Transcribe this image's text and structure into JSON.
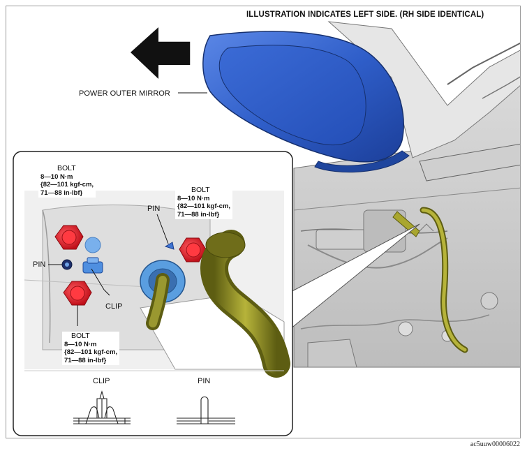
{
  "header": "ILLUSTRATION INDICATES LEFT SIDE. (RH SIDE IDENTICAL)",
  "labels": {
    "mirror": "POWER OUTER MIRROR",
    "pin": "PIN",
    "clip": "CLIP"
  },
  "bolts": [
    {
      "title": "BOLT",
      "lines": [
        "8—10 N·m",
        "{82—101 kgf-cm,",
        "71—88 in-lbf}"
      ]
    },
    {
      "title": "BOLT",
      "lines": [
        "8—10 N·m",
        "{82—101 kgf-cm,",
        "71—88 in-lbf}"
      ]
    },
    {
      "title": "BOLT",
      "lines": [
        "8—10 N·m",
        "{82—101 kgf-cm,",
        "71—88 in-lbf}"
      ]
    }
  ],
  "legend": {
    "clip": "CLIP",
    "pin": "PIN"
  },
  "figure_code": "ac5uuw00006022",
  "colors": {
    "mirror_blue": "#2f5ec9",
    "bolt_red": "#e0212b",
    "clip_blue": "#5a9ee0",
    "harness_olive": "#8a8a22"
  }
}
